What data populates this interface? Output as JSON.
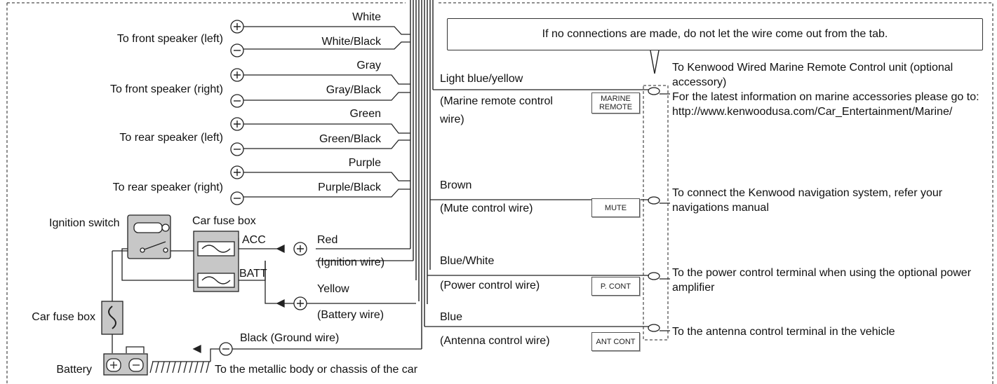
{
  "note": "If no connections are made, do not let the wire come out from the tab.",
  "speakers": [
    {
      "label": "To front speaker (left)",
      "plus_wire": "White",
      "minus_wire": "White/Black"
    },
    {
      "label": "To front speaker (right)",
      "plus_wire": "Gray",
      "minus_wire": "Gray/Black"
    },
    {
      "label": "To rear speaker (left)",
      "plus_wire": "Green",
      "minus_wire": "Green/Black"
    },
    {
      "label": "To rear speaker (right)",
      "plus_wire": "Purple",
      "minus_wire": "Purple/Black"
    }
  ],
  "power": {
    "ignition_switch": "Ignition switch",
    "car_fuse_box_top": "Car fuse box",
    "acc": "ACC",
    "batt": "BATT",
    "red": "Red",
    "ignition_wire": "(Ignition wire)",
    "yellow": "Yellow",
    "battery_wire": "(Battery wire)",
    "car_fuse_box_bottom": "Car fuse box",
    "battery": "Battery",
    "ground": "Black (Ground wire)",
    "chassis": "To the metallic body or chassis of the car"
  },
  "control_wires": [
    {
      "color": "Light blue/yellow",
      "desc_line1": "(Marine remote control",
      "desc_line2": "wire)",
      "tag_line1": "MARINE",
      "tag_line2": "REMOTE"
    },
    {
      "color": "Brown",
      "desc_line1": "(Mute control wire)",
      "tag_line1": "MUTE"
    },
    {
      "color": "Blue/White",
      "desc_line1": "(Power control wire)",
      "tag_line1": "P. CONT"
    },
    {
      "color": "Blue",
      "desc_line1": "(Antenna control wire)",
      "tag_line1": "ANT CONT"
    }
  ],
  "destinations": {
    "marine_l1": "To Kenwood Wired Marine Remote Control unit (optional",
    "marine_l2": "accessory)",
    "marine_l3": "For the latest information on marine accessories please go to:",
    "marine_l4": "http://www.kenwoodusa.com/Car_Entertainment/Marine/",
    "mute_l1": "To connect the Kenwood navigation system, refer your",
    "mute_l2": "navigations manual",
    "pcont_l1": "To the power control terminal when using the optional power",
    "pcont_l2": "amplifier",
    "ant_l1": "To the antenna control terminal in the vehicle"
  }
}
